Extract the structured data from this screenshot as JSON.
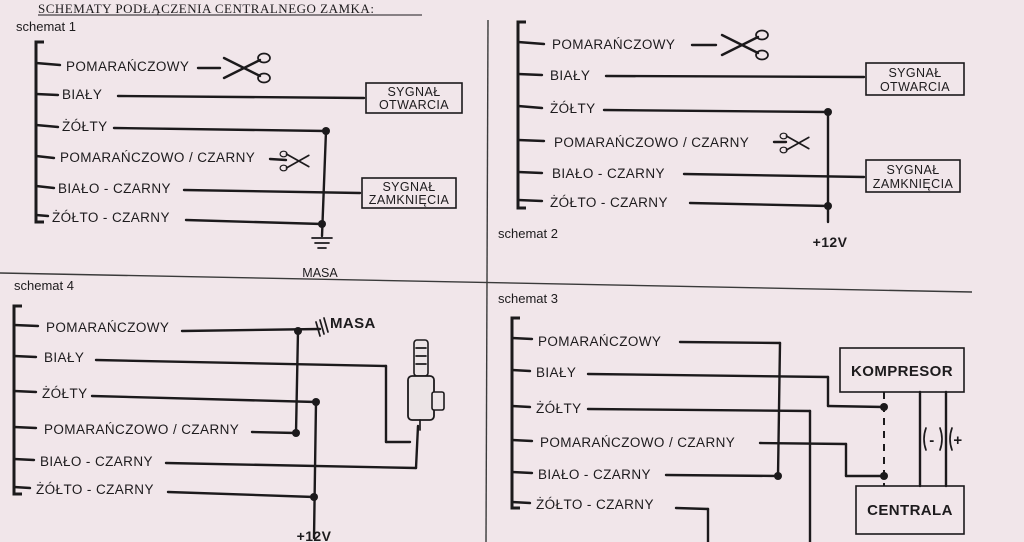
{
  "header": {
    "title": "SCHEMATY PODŁĄCZENIA CENTRALNEGO ZAMKA:"
  },
  "schemat1": {
    "caption": "schemat 1",
    "wires": [
      "POMARAŃCZOWY",
      "BIAŁY",
      "ŻÓŁTY",
      "POMARAŃCZOWO / CZARNY",
      "BIAŁO - CZARNY",
      "ŻÓŁTO - CZARNY"
    ],
    "box_open": [
      "SYGNAŁ",
      "OTWARCIA"
    ],
    "box_close": [
      "SYGNAŁ",
      "ZAMKNIĘCIA"
    ],
    "ground_label": "MASA"
  },
  "schemat2": {
    "caption": "schemat 2",
    "wires": [
      "POMARAŃCZOWY",
      "BIAŁY",
      "ŻÓŁTY",
      "POMARAŃCZOWO / CZARNY",
      "BIAŁO - CZARNY",
      "ŻÓŁTO - CZARNY"
    ],
    "box_open": [
      "SYGNAŁ",
      "OTWARCIA"
    ],
    "box_close": [
      "SYGNAŁ",
      "ZAMKNIĘCIA"
    ],
    "power_label": "+12V"
  },
  "schemat4": {
    "caption": "schemat 4",
    "wires": [
      "POMARAŃCZOWY",
      "BIAŁY",
      "ŻÓŁTY",
      "POMARAŃCZOWO / CZARNY",
      "BIAŁO - CZARNY",
      "ŻÓŁTO - CZARNY"
    ],
    "ground_label": "MASA",
    "power_label": "+12V"
  },
  "schemat3": {
    "caption": "schemat 3",
    "wires": [
      "POMARAŃCZOWY",
      "BIAŁY",
      "ŻÓŁTY",
      "POMARAŃCZOWO / CZARNY",
      "BIAŁO - CZARNY",
      "ŻÓŁTO - CZARNY"
    ],
    "kompresor": "KOMPRESOR",
    "centrala": "CENTRALA",
    "minus": "-",
    "plus": "+"
  }
}
